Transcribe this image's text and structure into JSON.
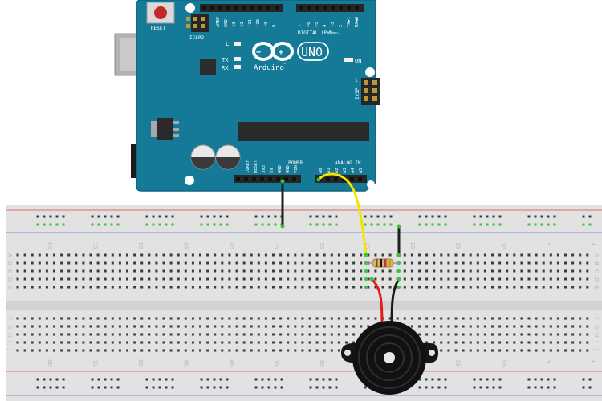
{
  "board": {
    "logo_brand": "Arduino",
    "logo_trademark": "™",
    "model": "UNO",
    "reset_label": "RESET",
    "icsp2_label": "ICSP2",
    "icsp_label": "ICSP",
    "icsp_pin1": "1",
    "led_l": "L",
    "led_tx": "TX",
    "led_rx": "RX",
    "led_on": "ON",
    "digital_header_label": "DIGITAL (PWM=~)",
    "top_pins_left": [
      "AREF",
      "GND",
      "13",
      "12",
      "~11",
      "~10",
      "~9",
      "8"
    ],
    "top_pins_right": [
      "7",
      "~6",
      "~5",
      "4",
      "~3",
      "2",
      "TX▶1",
      "RX◀0"
    ],
    "power_header_label": "POWER",
    "power_pins": [
      "IOREF",
      "RESET",
      "3V3",
      "5V",
      "GND",
      "GND",
      "VIN"
    ],
    "analog_header_label": "ANALOG IN",
    "analog_pins": [
      "A0",
      "A1",
      "A2",
      "A3",
      "A4",
      "A5"
    ],
    "colors": {
      "board": "#157a98",
      "board_edge": "#0f6582",
      "header": "#262626",
      "silk": "#ffffff"
    }
  },
  "breadboard": {
    "column_numbers": [
      "60",
      "55",
      "50",
      "45",
      "40",
      "35",
      "30",
      "25",
      "20",
      "15",
      "10",
      "5",
      "1"
    ],
    "row_letters_top": [
      "A",
      "B",
      "C",
      "D",
      "E"
    ],
    "row_letters_bottom": [
      "F",
      "G",
      "H",
      "I",
      "J"
    ],
    "colors": {
      "body": "#e2e2e2",
      "rail_red": "#e06a6a",
      "rail_blue": "#7a8fd6",
      "hole": "#3b3b3b",
      "active_hole": "#36c23a"
    }
  },
  "wires": {
    "signal": {
      "color": "#f5e400",
      "from": "A0",
      "to": "resistor"
    },
    "ground": {
      "color": "#1f1f1f",
      "from": "GND",
      "to": "ground-rail"
    },
    "buzzer_positive": {
      "color": "#e31b1b"
    },
    "buzzer_negative": {
      "color": "#1a1a1a"
    }
  },
  "components": {
    "resistor": {
      "bands": [
        "#8a4b12",
        "#111111",
        "#c0392b",
        "#c8a400"
      ]
    },
    "buzzer": {
      "color": "#111111"
    }
  }
}
